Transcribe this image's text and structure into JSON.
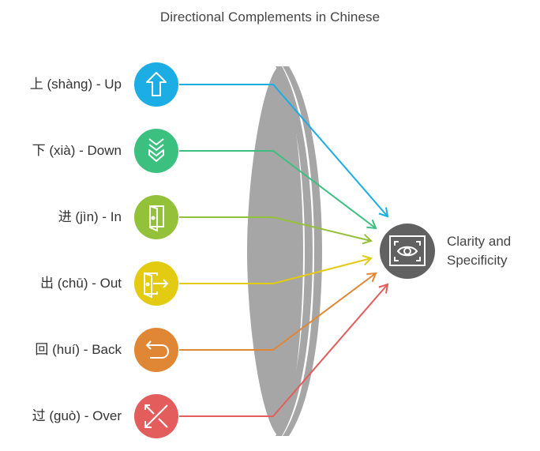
{
  "title": "Directional Complements in Chinese",
  "items": [
    {
      "label": "上 (shàng) - Up",
      "icon": "arrow-up-icon",
      "color": "#1cade4"
    },
    {
      "label": "下 (xià) - Down",
      "icon": "chevrons-down-icon",
      "color": "#3cc07f"
    },
    {
      "label": "进 (jìn) - In",
      "icon": "door-in-icon",
      "color": "#93c13a"
    },
    {
      "label": "出 (chū) - Out",
      "icon": "door-out-icon",
      "color": "#e2cb10"
    },
    {
      "label": "回 (huí) - Back",
      "icon": "return-icon",
      "color": "#e08735"
    },
    {
      "label": "过 (guò) - Over",
      "icon": "cross-arrows-icon",
      "color": "#e35d5d"
    }
  ],
  "result": {
    "line1": "Clarity and",
    "line2": "Specificity",
    "icon": "eye-focus-icon",
    "color": "#616161"
  },
  "lens_color": "#a6a6a6"
}
